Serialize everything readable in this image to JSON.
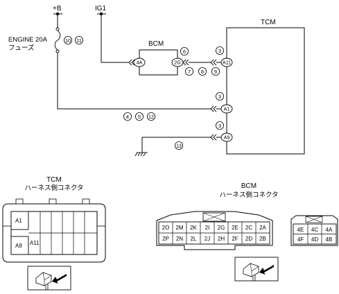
{
  "power": {
    "plus_b": "+B",
    "ig1": "IG1"
  },
  "fuse": {
    "name": "ENGINE 20A",
    "sub": "フューズ",
    "refs": [
      "10",
      "11"
    ]
  },
  "modules": {
    "tcm": "TCM",
    "bcm": "BCM"
  },
  "pins": {
    "bcm_left": "4A",
    "bcm_right": "2G",
    "tcm_a11": "A11",
    "tcm_a1": "A1",
    "tcm_a9": "A9"
  },
  "refs": {
    "bcm_top": "6",
    "bcm_bottom": [
      "7",
      "8",
      "9"
    ],
    "a11": "3",
    "a1_top": "3",
    "a1_bottom": [
      "4",
      "5",
      "12"
    ],
    "a9": "3",
    "ground": "13"
  },
  "tcm_connector": {
    "title": "TCM",
    "subtitle": "ハーネス側コネクタ",
    "pins": {
      "a1": "A1",
      "a9": "A9",
      "a11": "A11"
    }
  },
  "bcm_connector": {
    "title": "BCM",
    "subtitle": "ハーネス側コネクタ",
    "row1": [
      "2O",
      "2M",
      "2K",
      "2I",
      "2G",
      "2E",
      "2C",
      "2A"
    ],
    "row2": [
      "2P",
      "2N",
      "2L",
      "2J",
      "2H",
      "2F",
      "2D",
      "2B"
    ],
    "small_row1": [
      "4E",
      "4C",
      "4A"
    ],
    "small_row2": [
      "4F",
      "4D",
      "4B"
    ]
  },
  "icons": [
    "fuse-icon",
    "ground-icon",
    "connector-plug-icon",
    "arrow-icon"
  ]
}
